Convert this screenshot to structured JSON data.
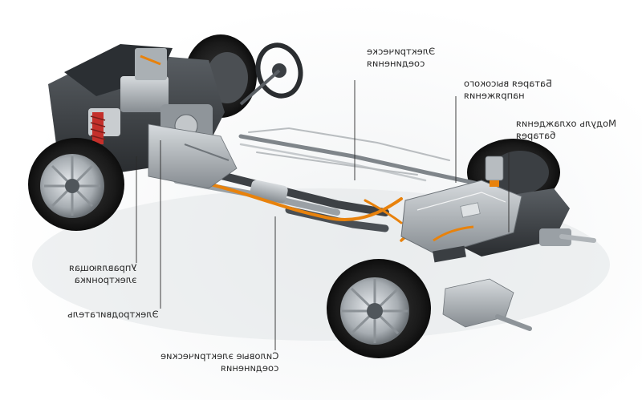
{
  "labels": {
    "electrical_connections": [
      "Электрическе",
      "соединения"
    ],
    "hv_battery": [
      "Батарея высокого",
      "напряжения"
    ],
    "battery_cooling": [
      "Модуль охлаждения",
      "батарея"
    ],
    "control_electronics": [
      "Управляющая",
      "электроника"
    ],
    "electric_motor": [
      "Электродвигатель"
    ],
    "power_connections": [
      "Силовые электрические",
      "соединения"
    ]
  },
  "colors": {
    "orange_cable": "#e8820c",
    "tire": "#1c1c1c",
    "metal": "#9aa1a6",
    "dark_metal": "#4a4f54",
    "leader": "#2b2b2b"
  }
}
